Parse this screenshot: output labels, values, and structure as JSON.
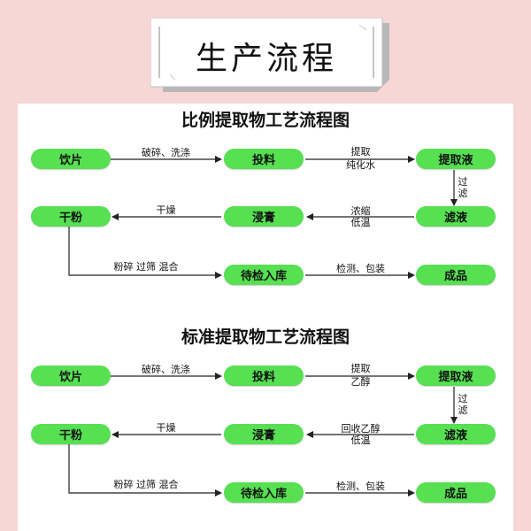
{
  "banner": {
    "title": "生产流程"
  },
  "flows": [
    {
      "title": "比例提取物工艺流程图",
      "nodes": {
        "yinpian": "饮片",
        "touliao": "投料",
        "tiquye": "提取液",
        "ganfen": "干粉",
        "jingao": "浸膏",
        "lvye": "滤液",
        "daijian": "待检入库",
        "chengpin": "成品"
      },
      "labels": {
        "e1": "破碎、洗涤",
        "e2_top": "提取",
        "e2_bottom": "纯化水",
        "e3": "过滤",
        "e4_top": "浓缩",
        "e4_bottom": "低温",
        "e5": "干燥",
        "e6": "粉碎 过筛 混合",
        "e7": "检测、包装"
      }
    },
    {
      "title": "标准提取物工艺流程图",
      "nodes": {
        "yinpian": "饮片",
        "touliao": "投料",
        "tiquye": "提取液",
        "ganfen": "干粉",
        "jingao": "浸膏",
        "lvye": "滤液",
        "daijian": "待检入库",
        "chengpin": "成品"
      },
      "labels": {
        "e1": "破碎、洗涤",
        "e2_top": "提取",
        "e2_bottom": "乙醇",
        "e3": "过滤",
        "e4_top": "回收乙醇",
        "e4_bottom": "低温",
        "e5": "干燥",
        "e6": "粉碎 过筛 混合",
        "e7": "检测、包装"
      }
    }
  ]
}
